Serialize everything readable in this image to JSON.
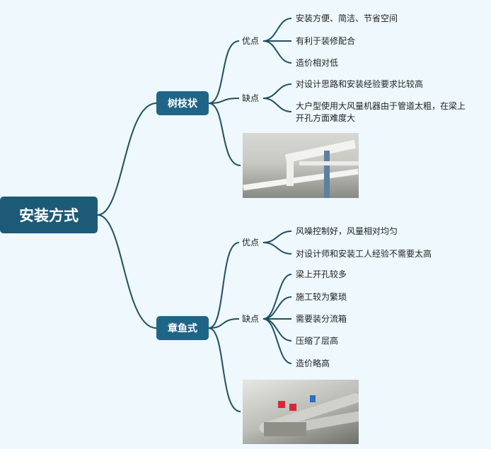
{
  "root": {
    "label": "安装方式"
  },
  "branches": [
    {
      "label": "树枝状",
      "pros": {
        "label": "优点",
        "items": [
          "安装方便、简洁、节省空间",
          "有利于装修配合",
          "造价相对低"
        ]
      },
      "cons": {
        "label": "缺点",
        "items": [
          "对设计思路和安装经验要求比较高",
          "大户型使用大风量机器由于管道太粗，在梁上开孔方面难度大"
        ]
      }
    },
    {
      "label": "章鱼式",
      "pros": {
        "label": "优点",
        "items": [
          "风噪控制好，风量相对均匀",
          "对设计师和安装工人经验不需要太高"
        ]
      },
      "cons": {
        "label": "缺点",
        "items": [
          "梁上开孔较多",
          "施工较为繁琐",
          "需要装分流箱",
          "压缩了层高",
          "造价略高"
        ]
      }
    }
  ],
  "colors": {
    "background": "#eef8fd",
    "line": "#1f4e63",
    "root": "#1d5a78",
    "branch": "#1f6587"
  }
}
